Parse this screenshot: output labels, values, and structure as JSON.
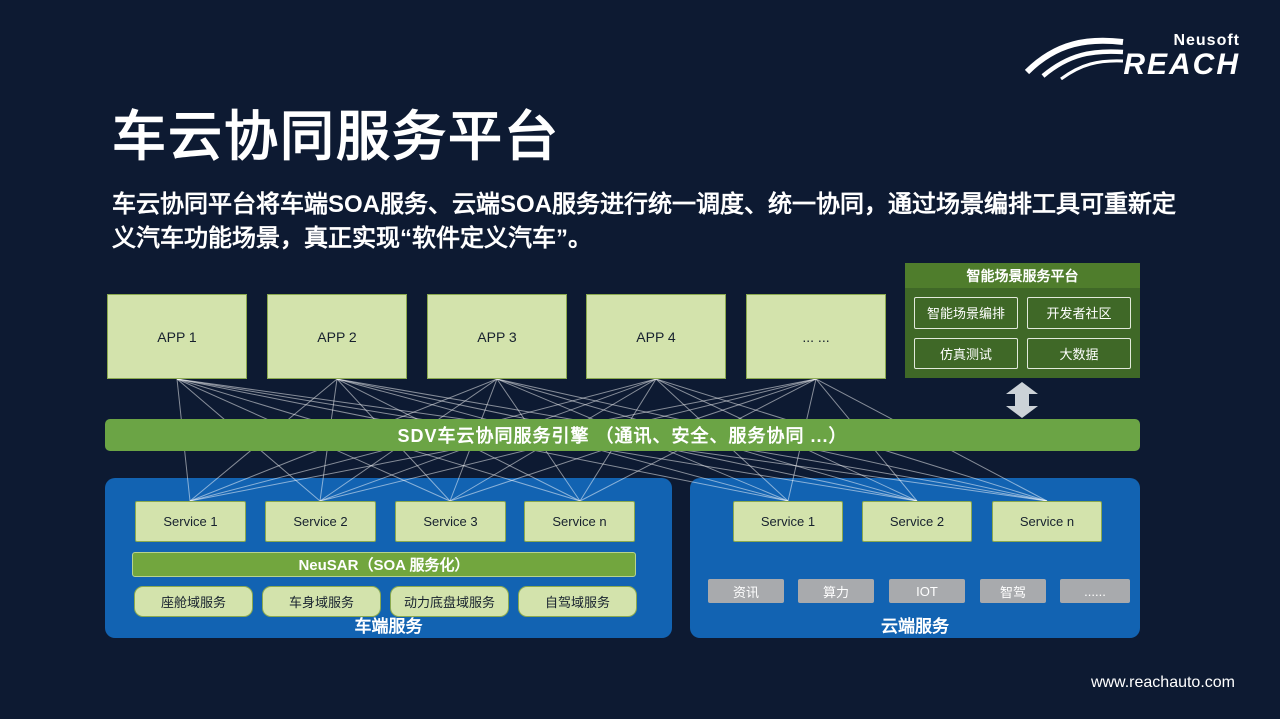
{
  "logo": {
    "neusoft": "Neusoft",
    "reach": "REACH"
  },
  "header": {
    "title": "车云协同服务平台",
    "description": "车云协同平台将车端SOA服务、云端SOA服务进行统一调度、统一协同，通过场景编排工具可重新定义汽车功能场景，真正实现“软件定义汽车”。"
  },
  "app_row": {
    "items": [
      "APP 1",
      "APP 2",
      "APP 3",
      "APP 4",
      "... ..."
    ]
  },
  "scene_platform": {
    "title": "智能场景服务平台",
    "items": [
      "智能场景编排",
      "开发者社区",
      "仿真测试",
      "大数据"
    ]
  },
  "sdv_engine": {
    "label": "SDV车云协同服务引擎 （通讯、安全、服务协同 ...）"
  },
  "vehicle_services": {
    "services": [
      "Service 1",
      "Service 2",
      "Service 3",
      "Service n"
    ],
    "neusar_label": "NeuSAR（SOA 服务化）",
    "domains": [
      "座舱域服务",
      "车身域服务",
      "动力底盘域服务",
      "自驾域服务"
    ],
    "label": "车端服务"
  },
  "cloud_services": {
    "services": [
      "Service 1",
      "Service 2",
      "Service n"
    ],
    "resources": [
      "资讯",
      "算力",
      "IOT",
      "智驾",
      "......"
    ],
    "label": "云端服务"
  },
  "footer": {
    "url": "www.reachauto.com"
  },
  "colors": {
    "background": "#0d1a32",
    "light_green_box": "#d3e3ac",
    "engine_green": "#6ba445",
    "scene_header_green": "#4f7d2c",
    "scene_body_green": "#3f6827",
    "container_blue": "#1263b2",
    "resource_gray": "#a8aaad"
  }
}
